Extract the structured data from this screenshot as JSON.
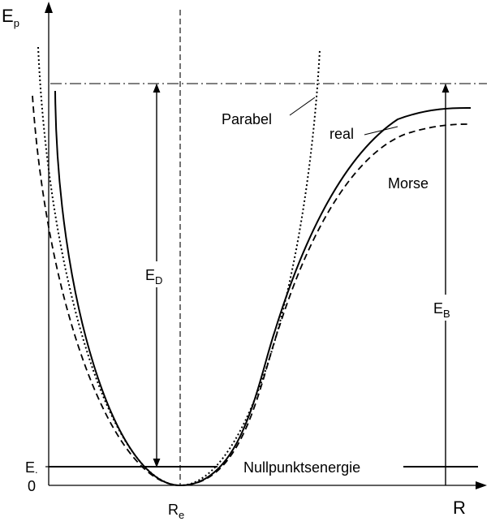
{
  "diagram": {
    "axes": {
      "y_label": "E",
      "y_label_sub": "p",
      "x_label": "R",
      "origin_label": "0",
      "e0_label": "E",
      "e0_label_sub": ".",
      "re_label": "R",
      "re_label_sub": "e"
    },
    "curves": {
      "parabel_label": "Parabel",
      "real_label": "real",
      "morse_label": "Morse"
    },
    "energies": {
      "ed_label": "E",
      "ed_label_sub": "D",
      "eb_label": "E",
      "eb_label_sub": "B",
      "zero_point_label": "Nullpunktsenergie"
    },
    "styles": {
      "line_color": "#000000",
      "background": "#ffffff"
    }
  }
}
